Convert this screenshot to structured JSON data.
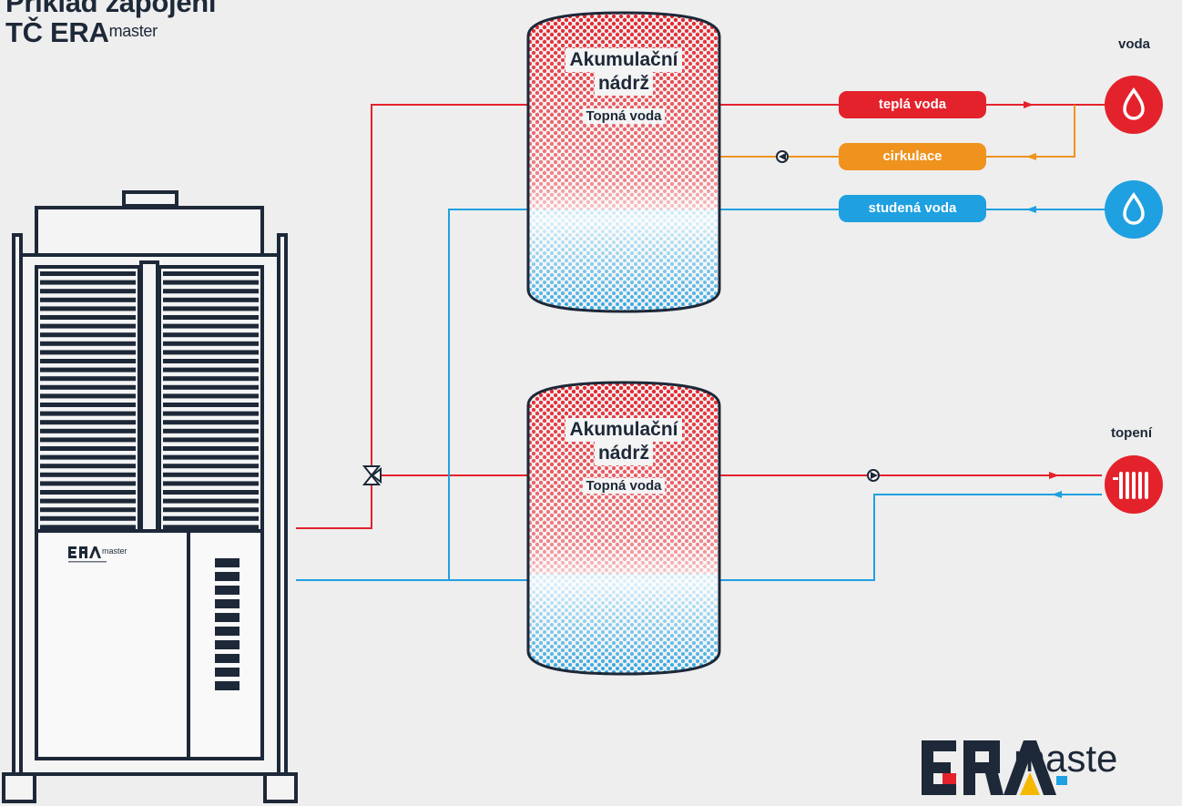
{
  "title": {
    "line1": "Příklad zapojení",
    "line2": "TČ ERA",
    "sup": "master"
  },
  "labels": {
    "voda": "voda",
    "topeni": "topení"
  },
  "tanks": [
    {
      "title1": "Akumulační",
      "title2": "nádrž",
      "subtitle": "Topná voda"
    },
    {
      "title1": "Akumulační",
      "title2": "nádrž",
      "subtitle": "Topná voda"
    }
  ],
  "pills": {
    "tepla_voda": "teplá voda",
    "cirkulace": "cirkulace",
    "studena_voda": "studená voda"
  },
  "unit_logo": {
    "text": "master"
  },
  "brand_logo": {
    "text": "maste"
  },
  "colors": {
    "hot": "#e4222c",
    "cold": "#1fa0e0",
    "circulation": "#f0921e",
    "outline": "#1d2838",
    "background": "#eeeeee"
  }
}
